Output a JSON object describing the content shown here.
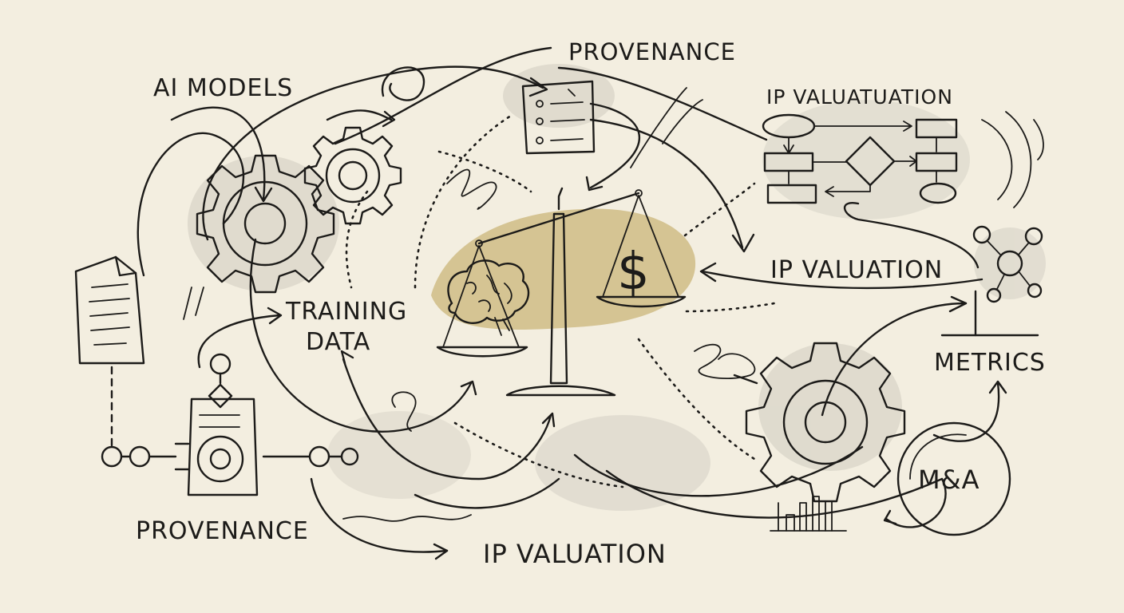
{
  "labels": {
    "ai_models": "AI MODELS",
    "provenance_top": "PROVENANCE",
    "ip_valuation_top": "IP VALUATUATION",
    "training": "TRAINING",
    "data": "DATA",
    "ip_valuation_mid": "IP VALUATION",
    "metrics": "METRICS",
    "ma": "M&A",
    "provenance_bottom": "PROVENANCE",
    "ip_valuation_bottom": "IP VALUATION"
  },
  "scale_pans": {
    "left_symbol": "brain-icon",
    "right_symbol": "$"
  },
  "colors": {
    "paper": "#f3eee0",
    "ink": "#1c1b19",
    "wash_gray": "#cfccc0",
    "wash_ochre": "#b89a45"
  }
}
